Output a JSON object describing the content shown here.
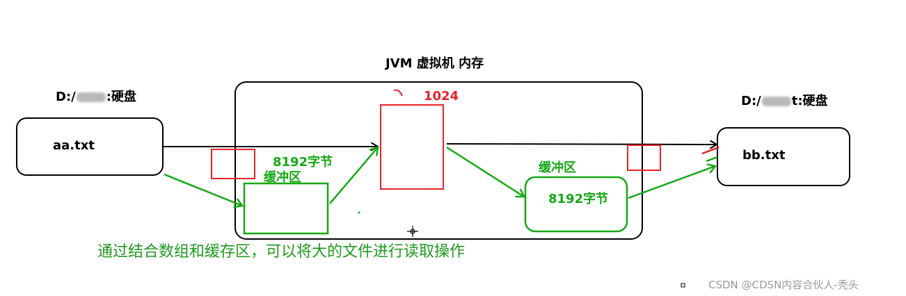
{
  "diagram": {
    "title": "JVM 虚拟机 内存",
    "source": {
      "drive_prefix": "D:/",
      "drive_suffix": ":硬盘",
      "file": "aa.txt"
    },
    "target": {
      "drive_prefix": "D:/",
      "drive_suffix": "t:硬盘",
      "file": "bb.txt"
    },
    "red_buffer_label": "1024",
    "left_buffer": {
      "size": "8192字节",
      "name": "缓冲区"
    },
    "right_buffer": {
      "name": "缓冲区",
      "size": "8192字节"
    },
    "caption": "通过结合数组和缓存区，可以将大的文件进行读取操作"
  },
  "watermark": "CSDN @CDSN内容合伙人-秃头",
  "colors": {
    "black_line": "#000000",
    "green_line": "#14a814",
    "red_box": "#e8222a"
  }
}
